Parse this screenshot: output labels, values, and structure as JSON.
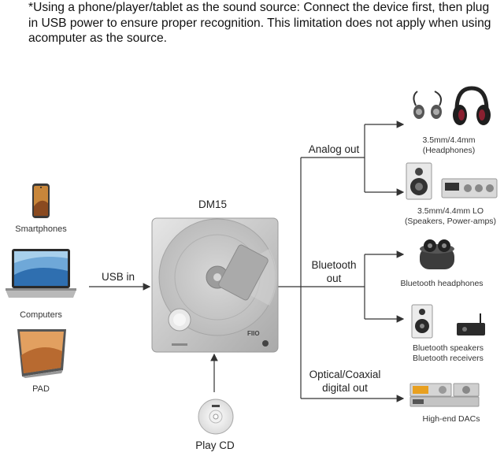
{
  "note": "*Using a phone/player/tablet as the sound source: Connect the device first, then plug in USB power to ensure proper recognition. This limitation does not apply when using acomputer as the source.",
  "sources": [
    {
      "label": "Smartphones",
      "icon": "smartphone-icon"
    },
    {
      "label": "Computers",
      "icon": "laptop-icon"
    },
    {
      "label": "PAD",
      "icon": "tablet-icon"
    }
  ],
  "usb_label": "USB in",
  "device": {
    "name": "DM15",
    "brand": "FIIO"
  },
  "play_cd_label": "Play CD",
  "outputs": {
    "analog": {
      "label_line1": "Analog out",
      "label_line2": ""
    },
    "bluetooth": {
      "label_line1": "Bluetooth",
      "label_line2": "out"
    },
    "digital": {
      "label_line1": "Optical/Coaxial",
      "label_line2": "digital out"
    }
  },
  "targets": {
    "headphones": {
      "line1": "3.5mm/4.4mm",
      "line2": "(Headphones)"
    },
    "lo": {
      "line1": "3.5mm/4.4mm LO",
      "line2": "(Speakers, Power-amps)"
    },
    "bt_headphones": {
      "line1": "Bluetooth headphones"
    },
    "bt_speakers": {
      "line1": "Bluetooth speakers",
      "line2": "Bluetooth receivers"
    },
    "dacs": {
      "line1": "High-end DACs"
    }
  },
  "colors": {
    "line": "#333333",
    "device": "#c8c8c8",
    "amber": "#e8a020"
  }
}
